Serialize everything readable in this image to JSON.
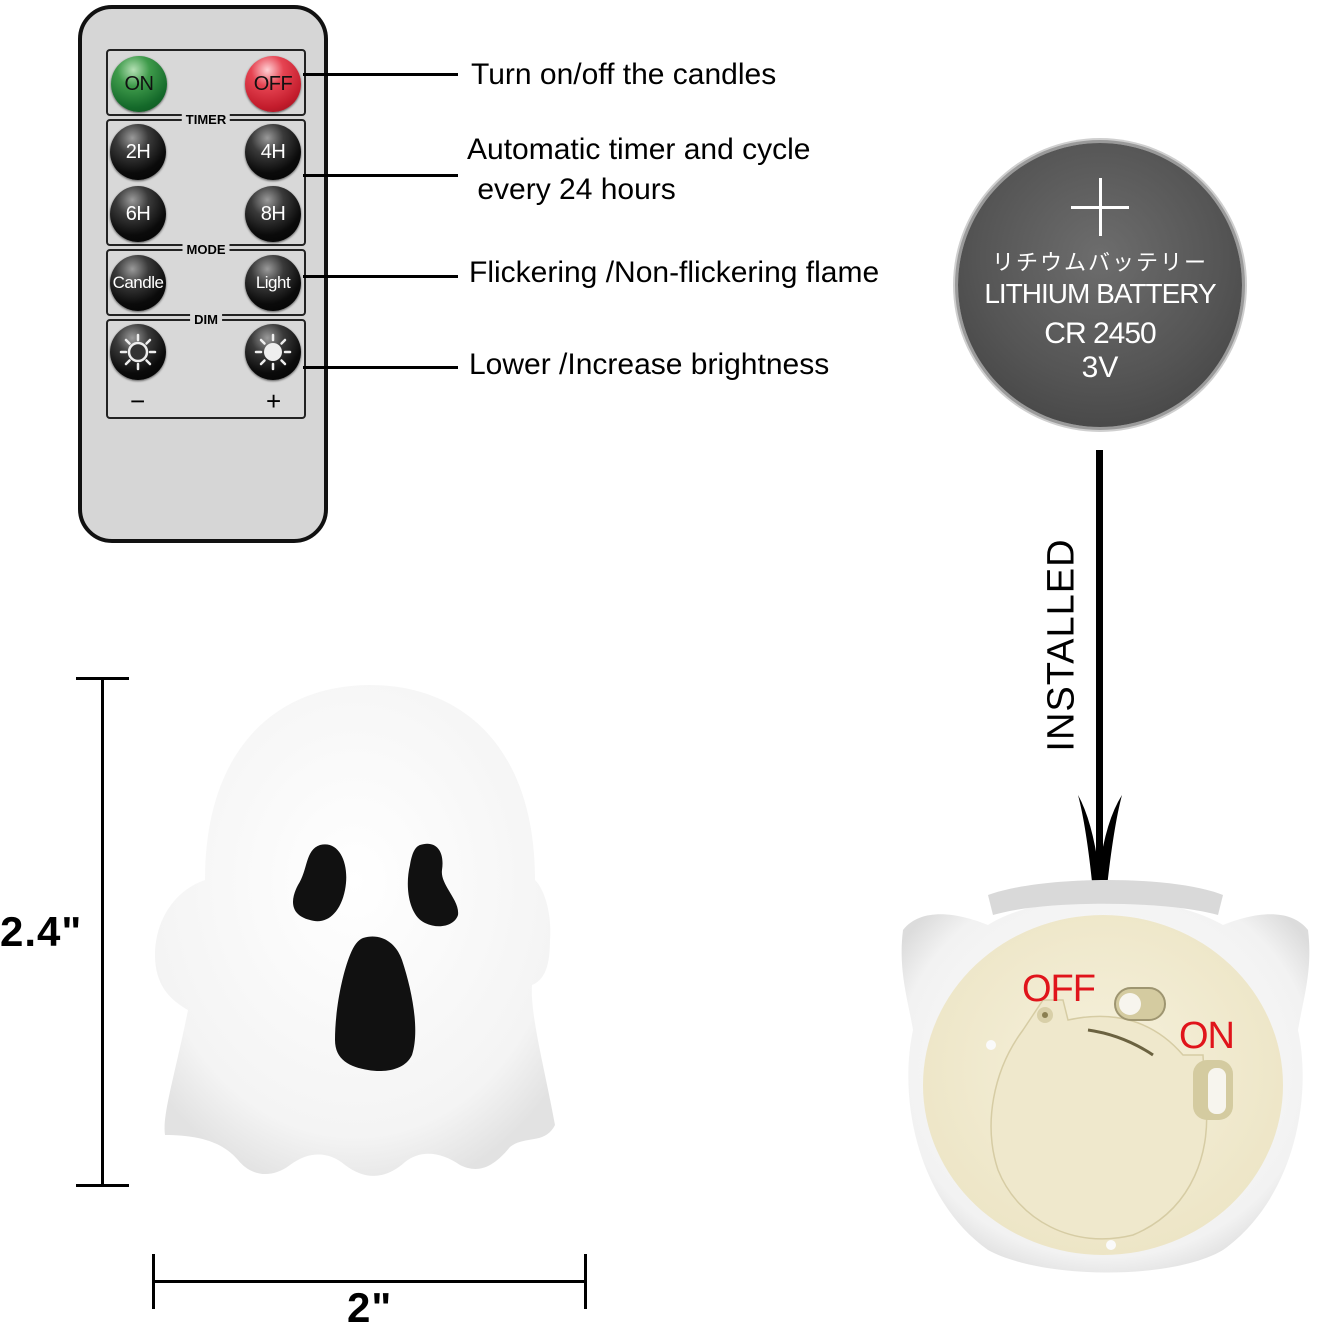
{
  "remote": {
    "power": {
      "on_label": "ON",
      "off_label": "OFF",
      "on_color": "#1f7a33",
      "off_color": "#d0283a"
    },
    "timer": {
      "section_label": "TIMER",
      "buttons": [
        "2H",
        "4H",
        "6H",
        "8H"
      ]
    },
    "mode": {
      "section_label": "MODE",
      "buttons": [
        "Candle",
        "Light"
      ]
    },
    "dim": {
      "section_label": "DIM",
      "minus_label": "−",
      "plus_label": "+",
      "icons": [
        "sun-dim-icon",
        "sun-bright-icon"
      ]
    }
  },
  "annotations": [
    {
      "text": "Turn on/off the candles"
    },
    {
      "line1": "Automatic timer and cycle",
      "line2": " every 24 hours"
    },
    {
      "text": "Flickering /Non-flickering flame"
    },
    {
      "text": "Lower /Increase brightness"
    }
  ],
  "battery": {
    "polarity": "+",
    "japanese_text": "リチウムバッテリー",
    "type_label": "LITHIUM BATTERY",
    "model": "CR 2450",
    "voltage": "3V"
  },
  "installed_arrow": {
    "label": "INSTALLED"
  },
  "ghost": {
    "height_label": "2.4\"",
    "width_label": "2\""
  },
  "holder": {
    "off_label": "OFF",
    "on_label": "ON",
    "label_color": "#e0141b"
  }
}
